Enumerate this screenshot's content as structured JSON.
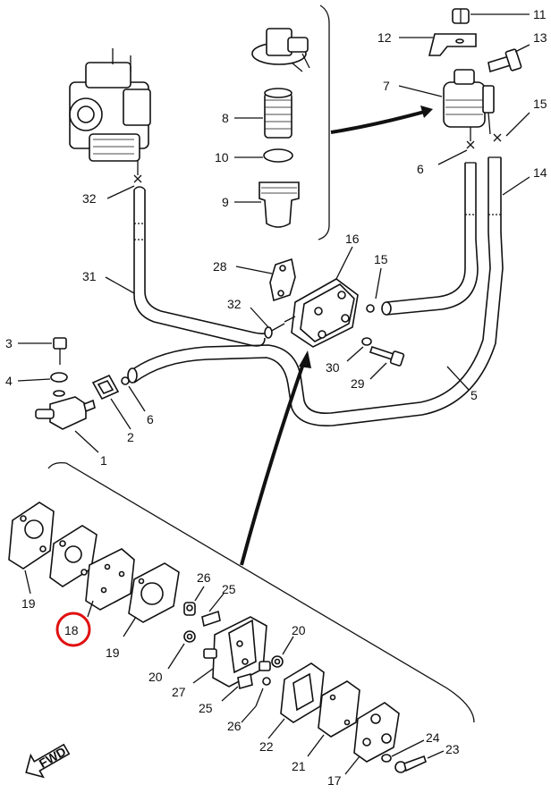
{
  "labels": {
    "p1": "1",
    "p2": "2",
    "p3": "3",
    "p4": "4",
    "p5": "5",
    "p6": "6",
    "p6b": "6",
    "p7": "7",
    "p8": "8",
    "p9": "9",
    "p10": "10",
    "p11": "11",
    "p12": "12",
    "p13": "13",
    "p14": "14",
    "p15": "15",
    "p15b": "15",
    "p16": "16",
    "p17": "17",
    "p18": "18",
    "p19": "19",
    "p19b": "19",
    "p20": "20",
    "p20b": "20",
    "p21": "21",
    "p22": "22",
    "p23": "23",
    "p24": "24",
    "p25": "25",
    "p25b": "25",
    "p26": "26",
    "p26b": "26",
    "p27": "27",
    "p28": "28",
    "p29": "29",
    "p30": "30",
    "p31": "31",
    "p32": "32",
    "p32b": "32"
  },
  "highlight": {
    "part": "18",
    "color": "#e01010"
  },
  "fwd_label": "FWD"
}
